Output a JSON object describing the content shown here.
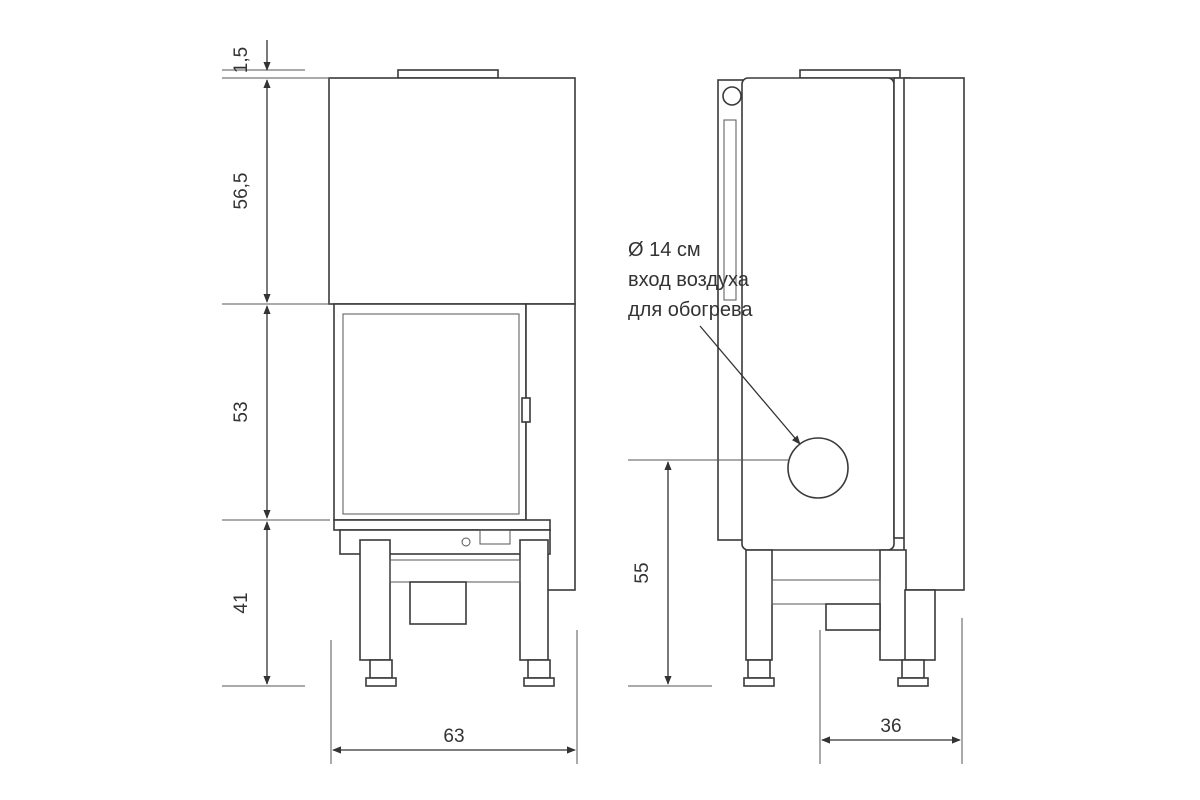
{
  "dimensions": {
    "top_gap": "1,5",
    "upper_body": "56,5",
    "door": "53",
    "base": "41",
    "width_front": "63",
    "air_inlet_height": "55",
    "depth_side": "36"
  },
  "annotation": {
    "line1": "Ø 14 см",
    "line2": "вход воздуха",
    "line3": "для обогрева"
  }
}
